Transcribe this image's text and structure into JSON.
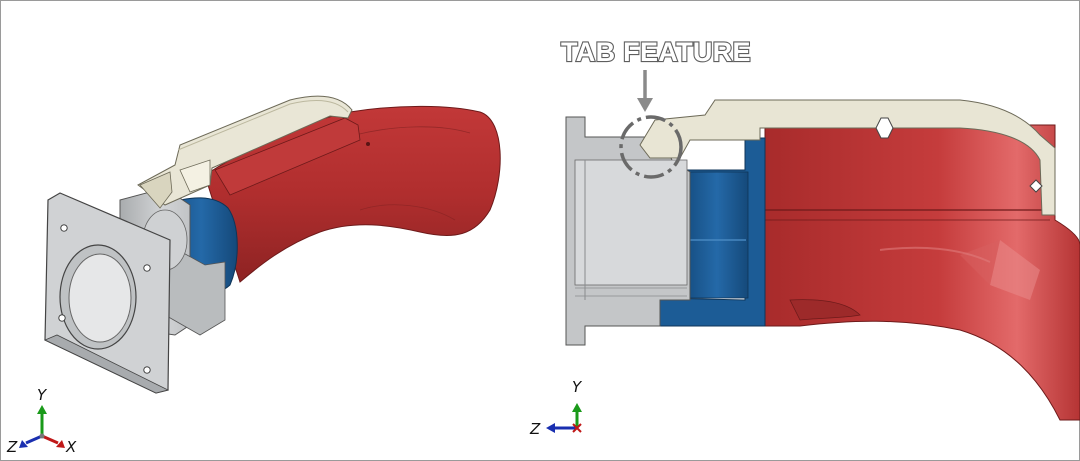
{
  "annotation": {
    "label": "TAB FEATURE"
  },
  "triad_left": {
    "y_label": "Y",
    "z_label": "Z",
    "x_label": "X"
  },
  "triad_right": {
    "y_label": "Y",
    "z_label": "Z"
  },
  "colors": {
    "housing": "#b12f2f",
    "housing_dark": "#8d2424",
    "sleeve": "#1d5f9a",
    "sleeve_dark": "#154a7a",
    "tab": "#e6e3d2",
    "flange": "#c7c9cb",
    "callout": "#5e5e5e",
    "axis_y": "#1a9a1a",
    "axis_x": "#c01818",
    "axis_z": "#1a2fb0"
  }
}
